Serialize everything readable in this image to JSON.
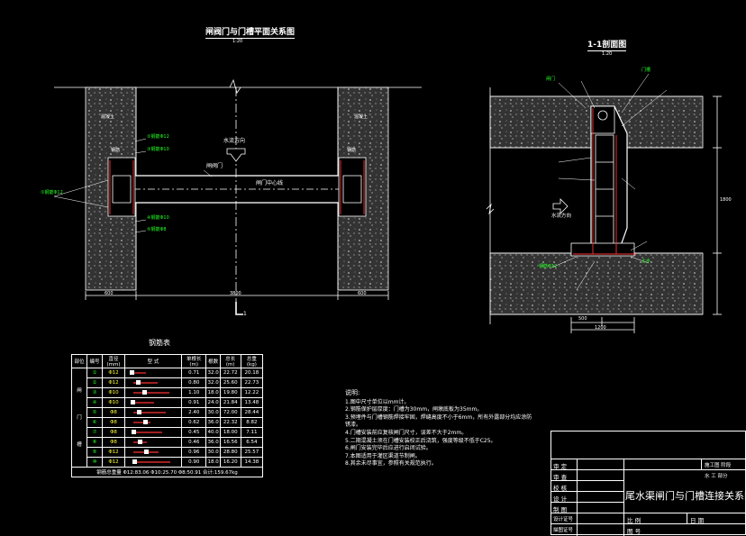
{
  "colors": {
    "background": "#000000",
    "lines": "#ffffff",
    "labels_green": "#22ff22",
    "rebar_yellow": "#ffff33",
    "concrete_fill": "#555555"
  },
  "plan_view": {
    "title": "闸阀门与门槽平面关系图",
    "scale": "1:20",
    "top_label": "闸阀门",
    "gate_label": "闸门中心线",
    "flow_label": "水流方向",
    "dim_total": "3800",
    "dim_left": "600",
    "dim_right": "600",
    "section_mark": "1",
    "green_labels": [
      "①钢筋Φ12",
      "②钢筋Φ12",
      "③钢筋Φ10",
      "④钢筋Φ10",
      "⑤钢筋Φ8"
    ],
    "side_labels": [
      "混凝土",
      "混凝土",
      "钢筋",
      "钢筋"
    ]
  },
  "section_view": {
    "title": "1-1剖面图",
    "scale": "1:20",
    "labels": [
      "闸门",
      "门槽",
      "水流方向",
      "钢筋Φ12",
      "止水"
    ],
    "flow_label": "水流方向",
    "dims": [
      "500",
      "1200",
      "1800"
    ]
  },
  "rebar_table": {
    "title": "钢筋表",
    "headers": [
      "部位",
      "编号",
      "直径(mm)",
      "型  式",
      "单根长(m)",
      "根数",
      "总长(m)",
      "总重(kg)"
    ],
    "group_label": [
      "闸",
      "门",
      "槽"
    ],
    "rows": [
      [
        "①",
        "Φ12",
        "0.71",
        "32.0",
        "22.72",
        "20.18"
      ],
      [
        "②",
        "Φ12",
        "0.80",
        "32.0",
        "25.60",
        "22.73"
      ],
      [
        "③",
        "Φ10",
        "1.10",
        "18.0",
        "19.80",
        "12.22"
      ],
      [
        "④",
        "Φ10",
        "0.91",
        "24.0",
        "21.84",
        "13.48"
      ],
      [
        "⑤",
        "Φ8",
        "2.40",
        "30.0",
        "72.00",
        "28.44"
      ],
      [
        "⑥",
        "Φ8",
        "0.62",
        "36.0",
        "22.32",
        "8.82"
      ],
      [
        "⑦",
        "Φ8",
        "0.45",
        "40.0",
        "18.00",
        "7.11"
      ],
      [
        "⑧",
        "Φ8",
        "0.46",
        "36.0",
        "16.56",
        "6.54"
      ],
      [
        "⑨",
        "Φ12",
        "0.96",
        "30.0",
        "28.80",
        "25.57"
      ],
      [
        "⑩",
        "Φ12",
        "0.90",
        "18.0",
        "16.20",
        "14.38"
      ]
    ],
    "footer": "钢筋总重量 Φ12:83.06  Φ10:25.70  Φ8:50.91  合计:159.67kg"
  },
  "notes": {
    "head": "说明:",
    "items": [
      "1.图中尺寸单位以mm计。",
      "2.钢筋保护层厚度：门槽为30mm，闸墩底板为35mm。",
      "3.预埋件与门槽钢筋焊接牢固，焊缝高度不小于6mm，所有外露部分均应涂防锈漆。",
      "4.门槽安装前应复核闸门尺寸，误差不大于2mm。",
      "5.二期混凝土须在门槽安装校正后浇筑，强度等级不低于C25。",
      "6.闸门安装完毕后应进行启闭试验。",
      "7.本图适用于灌区渠道节制闸。",
      "8.其余未尽事宜，参照有关规范执行。"
    ]
  },
  "title_block": {
    "rows_left": [
      "审  定",
      "审  查",
      "校  核",
      "设  计",
      "制  图",
      "设计证号",
      "描图证号"
    ],
    "right_top": [
      "施工图  阶段",
      "水  工  部分"
    ],
    "drawing_title": "尾水渠闸门与门槽连接关系图",
    "bottom": [
      "比  例",
      "日  期",
      "图  号"
    ]
  }
}
